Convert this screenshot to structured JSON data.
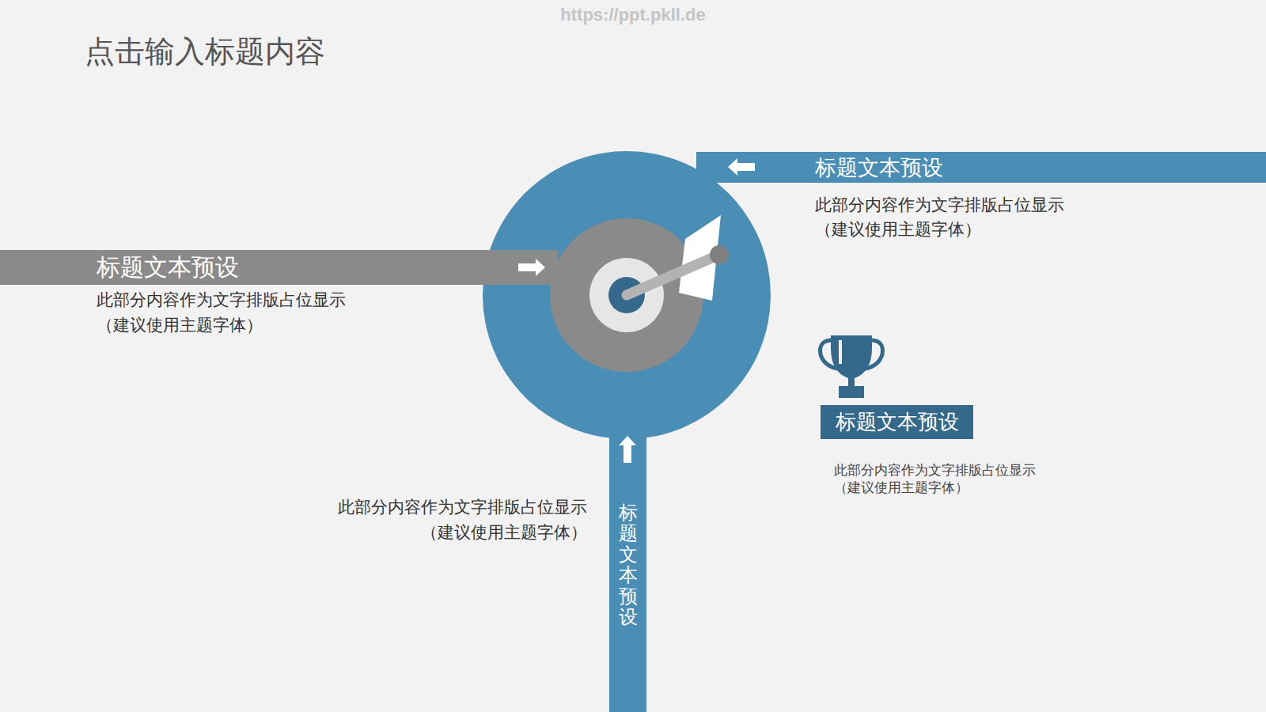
{
  "diagram": {
    "title": "点击输入标题内容",
    "nodes": [
      {
        "text": [
          "标题文本预设",
          "此部分内容作为文字排版占位显示 （建议使用主题字体）"
        ]
      },
      {
        "text": [
          "标题文本预设",
          "此部分内容作为文字排版占位显示 （建议使用主题字体）"
        ]
      },
      {
        "text": [
          "标题文本预设",
          "此部分内容作为文字排版占位显示 （建议使用主题字体）"
        ]
      },
      {
        "text": [
          "标题文本预设",
          "此部分内容作为文字排版占位显示 （建议使用主题字体）"
        ]
      }
    ],
    "labels": [
      "https://ppt.pkll.de"
    ]
  }
}
